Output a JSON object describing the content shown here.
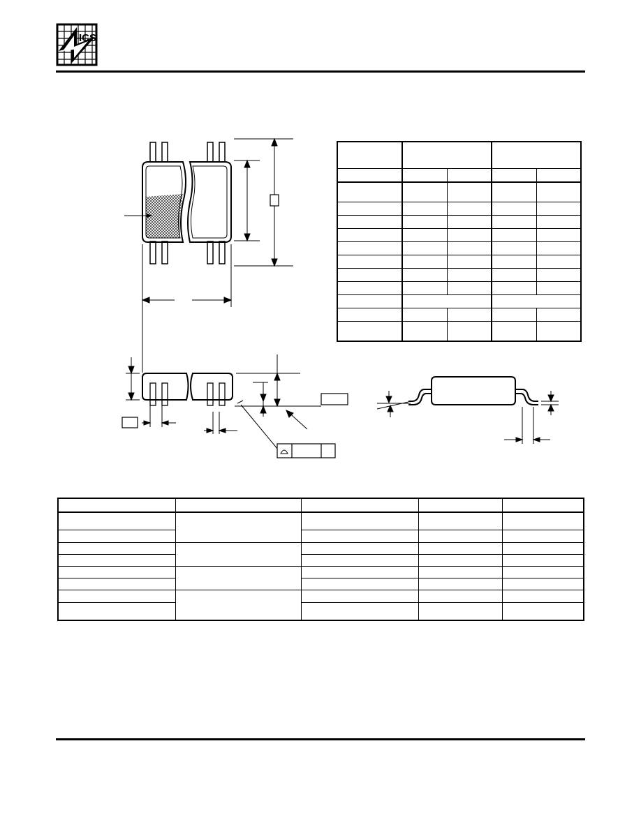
{
  "header": {
    "logo_text": "ICS",
    "logo_icon": "ics-logo-icon"
  },
  "drawing": {
    "icons": [
      "package-outline-drawing"
    ]
  },
  "dimension_table": {
    "row_count": 12,
    "merged_row_index": 9
  },
  "ordering_table": {
    "row_count": 9,
    "group_count": 4
  }
}
